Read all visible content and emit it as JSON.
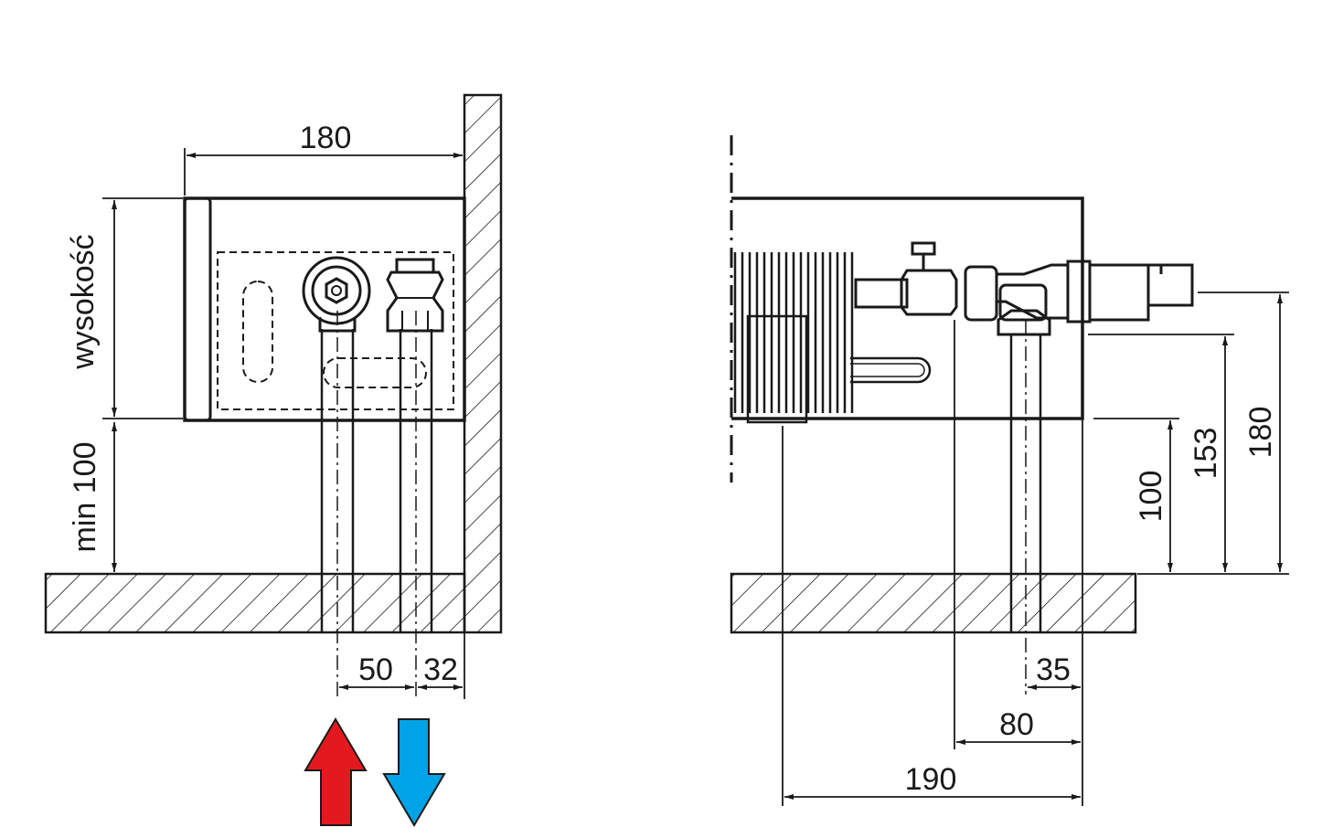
{
  "left_view": {
    "width_dim": "180",
    "height_label": "wysokość",
    "floor_gap_label": "min 100",
    "pipe_spacing_dim": "50",
    "wall_offset_dim": "32"
  },
  "right_view": {
    "dim_100": "100",
    "dim_153": "153",
    "dim_180": "180",
    "dim_35": "35",
    "dim_80": "80",
    "dim_190": "190"
  },
  "colors": {
    "line": "#1a1a1a",
    "supply_arrow": "#e3191f",
    "return_arrow": "#00a3e6"
  },
  "icons": {
    "supply": "arrow-up-icon",
    "return": "arrow-down-icon"
  }
}
